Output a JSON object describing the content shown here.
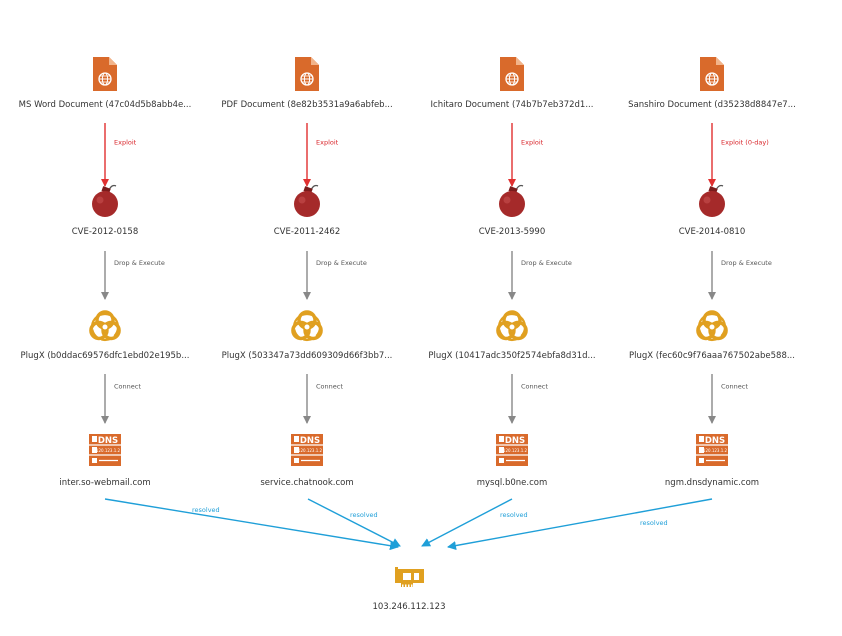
{
  "colors": {
    "document": "#d96a2b",
    "bomb": "#a52a2a",
    "biohazard": "#e0a020",
    "dns": "#d96a2b",
    "ip": "#e0a020",
    "exploit_edge": "#e03030",
    "gray_edge": "#888888",
    "resolved_edge": "#1f9fd8"
  },
  "columns": [
    {
      "document": {
        "label": "MS Word Document (47c04d5b8abb4e...",
        "icon": "document-globe-icon"
      },
      "exploit_label": "Exploit",
      "cve": {
        "label": "CVE-2012-0158",
        "icon": "bomb-icon"
      },
      "drop_label": "Drop & Execute",
      "malware": {
        "label": "PlugX (b0ddac69576dfc1ebd02e195b...",
        "icon": "biohazard-icon"
      },
      "connect_label": "Connect",
      "domain": {
        "label": "inter.so-webmail.com",
        "icon": "dns-server-icon"
      },
      "resolved_label": "resolved"
    },
    {
      "document": {
        "label": "PDF Document (8e82b3531a9a6abfeb...",
        "icon": "document-globe-icon"
      },
      "exploit_label": "Exploit",
      "cve": {
        "label": "CVE-2011-2462",
        "icon": "bomb-icon"
      },
      "drop_label": "Drop & Execute",
      "malware": {
        "label": "PlugX (503347a73dd609309d66f3bb7...",
        "icon": "biohazard-icon"
      },
      "connect_label": "Connect",
      "domain": {
        "label": "service.chatnook.com",
        "icon": "dns-server-icon"
      },
      "resolved_label": "resolved"
    },
    {
      "document": {
        "label": "Ichitaro Document (74b7b7eb372d1...",
        "icon": "document-globe-icon"
      },
      "exploit_label": "Exploit",
      "cve": {
        "label": "CVE-2013-5990",
        "icon": "bomb-icon"
      },
      "drop_label": "Drop & Execute",
      "malware": {
        "label": "PlugX (10417adc350f2574ebfa8d31d...",
        "icon": "biohazard-icon"
      },
      "connect_label": "Connect",
      "domain": {
        "label": "mysql.b0ne.com",
        "icon": "dns-server-icon"
      },
      "resolved_label": "resolved"
    },
    {
      "document": {
        "label": "Sanshiro Document (d35238d8847e7...",
        "icon": "document-globe-icon"
      },
      "exploit_label": "Exploit (0-day)",
      "cve": {
        "label": "CVE-2014-0810",
        "icon": "bomb-icon"
      },
      "drop_label": "Drop & Execute",
      "malware": {
        "label": "PlugX (fec60c9f76aaa767502abe588...",
        "icon": "biohazard-icon"
      },
      "connect_label": "Connect",
      "domain": {
        "label": "ngm.dnsdynamic.com",
        "icon": "dns-server-icon"
      },
      "resolved_label": "resolved"
    }
  ],
  "ip": {
    "label": "103.246.112.123",
    "icon": "network-card-icon"
  },
  "dns_icon_text": "DNS",
  "dns_icon_subtext": "120.123.1.2"
}
